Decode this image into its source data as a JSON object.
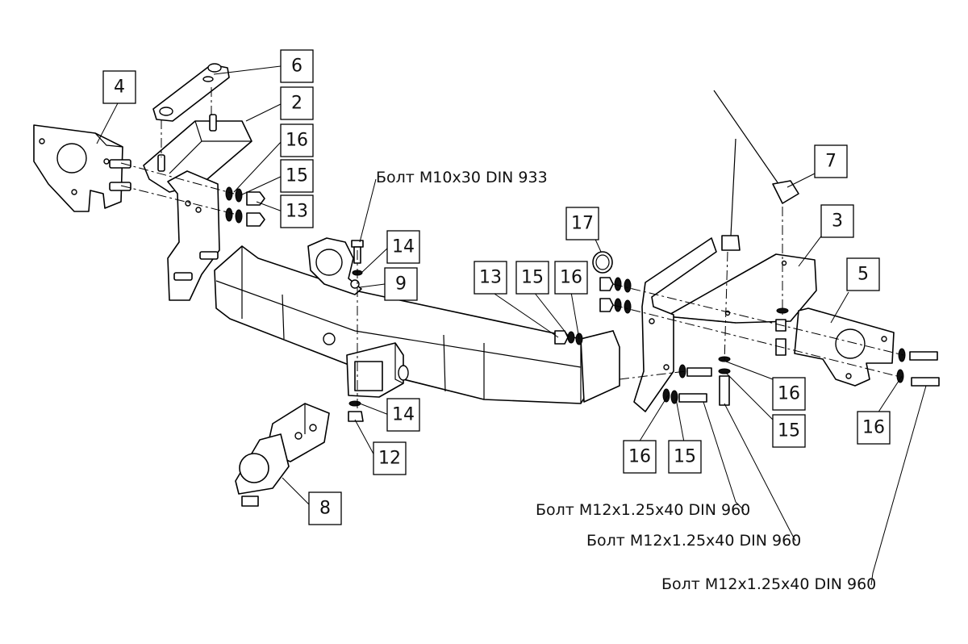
{
  "callouts": [
    {
      "id": "c-6",
      "label": "6"
    },
    {
      "id": "c-4",
      "label": "4"
    },
    {
      "id": "c-2",
      "label": "2"
    },
    {
      "id": "c-16a",
      "label": "16"
    },
    {
      "id": "c-15a",
      "label": "15"
    },
    {
      "id": "c-13a",
      "label": "13"
    },
    {
      "id": "c-14a",
      "label": "14"
    },
    {
      "id": "c-9",
      "label": "9"
    },
    {
      "id": "c-17",
      "label": "17"
    },
    {
      "id": "c-13b",
      "label": "13"
    },
    {
      "id": "c-15b",
      "label": "15"
    },
    {
      "id": "c-16b",
      "label": "16"
    },
    {
      "id": "c-7",
      "label": "7"
    },
    {
      "id": "c-3",
      "label": "3"
    },
    {
      "id": "c-5",
      "label": "5"
    },
    {
      "id": "c-14b",
      "label": "14"
    },
    {
      "id": "c-12",
      "label": "12"
    },
    {
      "id": "c-8",
      "label": "8"
    },
    {
      "id": "c-16c",
      "label": "16"
    },
    {
      "id": "c-15c",
      "label": "15"
    },
    {
      "id": "c-16d",
      "label": "16"
    },
    {
      "id": "c-15d",
      "label": "15"
    },
    {
      "id": "c-16e",
      "label": "16"
    }
  ],
  "notes": {
    "bolt_m10": "Болт М10х30 DIN 933",
    "bolt_m12_a": "Болт М12х1.25х40 DIN 960",
    "bolt_m12_b": "Болт М12х1.25х40 DIN 960",
    "bolt_m12_c": "Болт М12х1.25х40 DIN 960"
  }
}
